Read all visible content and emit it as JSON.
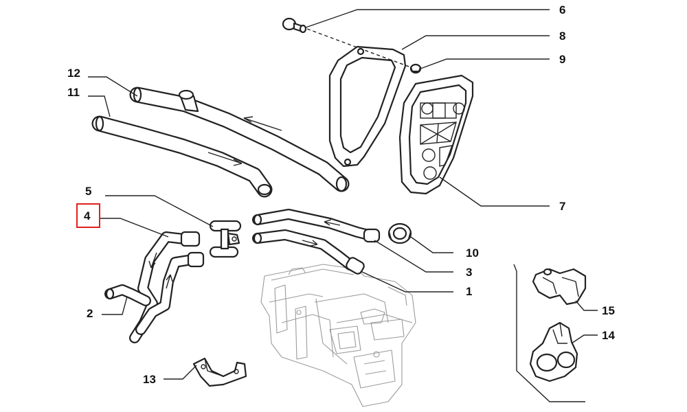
{
  "callouts": [
    {
      "id": "p6",
      "label": "6"
    },
    {
      "id": "p8",
      "label": "8"
    },
    {
      "id": "p9",
      "label": "9"
    },
    {
      "id": "p12",
      "label": "12"
    },
    {
      "id": "p11",
      "label": "11"
    },
    {
      "id": "p7",
      "label": "7"
    },
    {
      "id": "p5",
      "label": "5"
    },
    {
      "id": "p4",
      "label": "4"
    },
    {
      "id": "p10",
      "label": "10"
    },
    {
      "id": "p3",
      "label": "3"
    },
    {
      "id": "p1",
      "label": "1"
    },
    {
      "id": "p2",
      "label": "2"
    },
    {
      "id": "p15",
      "label": "15"
    },
    {
      "id": "p14",
      "label": "14"
    },
    {
      "id": "p13",
      "label": "13"
    }
  ],
  "highlight": {
    "label": "4",
    "color": "#e0201b"
  },
  "colors": {
    "line": "#222222",
    "ghost": "#9a9a9a",
    "background": "#ffffff"
  }
}
